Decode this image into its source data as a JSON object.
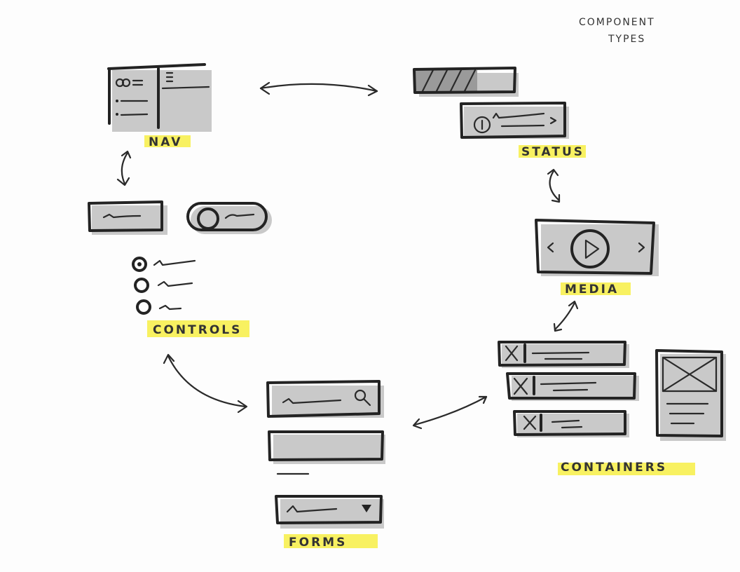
{
  "title": {
    "line1": "COMPONENT",
    "line2": "TYPES"
  },
  "groups": {
    "nav": "NAV",
    "status": "STATUS",
    "controls": "CONTROLS",
    "media": "MEDIA",
    "forms": "FORMS",
    "containers": "CONTAINERS"
  },
  "colors": {
    "ink": "#232323",
    "highlight": "#f5ec2c",
    "shadow": "#c9c9c9"
  }
}
